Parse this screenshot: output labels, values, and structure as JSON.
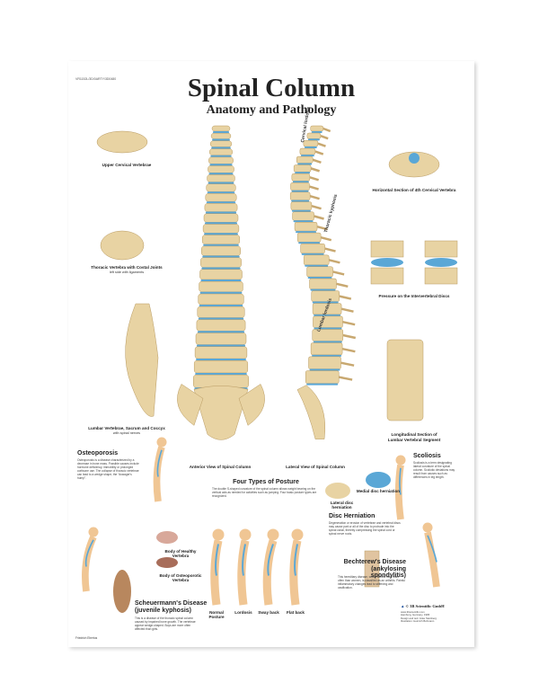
{
  "poster": {
    "code": "VR1152L/3D/0ARTY/3D0480",
    "title": "Spinal Column",
    "subtitle": "Anatomy and Pathology"
  },
  "figures": {
    "upper_cervical": "Upper Cervical Vertebrae",
    "thoracic": "Thoracic Vertebra with Costal Joints",
    "thoracic_sub": "left side with ligaments",
    "lumbar": "Lumbar Vertebrae, Sacrum and Coccyx",
    "lumbar_sub": "with spinal nerves",
    "anterior": "Anterior View of Spinal Column",
    "lateral": "Lateral View of Spinal Column",
    "horizontal": "Horizontal Section of 4th Cervical Vertebra",
    "pressure": "Pressure on the Intervertebral Discs",
    "longitudinal": "Longitudinal Section of",
    "longitudinal_2": "Lumbar Vertebral Segment",
    "healthy": "Body of Healthy Vertebra",
    "osteoporotic": "Body of Osteoporotic Vertebra",
    "lateral_disc": "Lateral disc herniation",
    "medial_disc": "Medial disc herniation"
  },
  "regions": {
    "cervical": "Cervical lordosis",
    "thoracic": "Thoracic kyphosis",
    "lumbar": "Lumbar lordosis"
  },
  "sections": {
    "osteoporosis": {
      "title": "Osteoporosis",
      "text": "Osteoporosis is a disease characterized by a decrease in bone mass. Possible causes include hormone deficiency, immobility or prolonged cortisone use. The collapse of thoracic vertebrae can lead to a wedge shape, the \"dowager's hump\"."
    },
    "scheuermann": {
      "title": "Scheuermann's Disease",
      "subtitle": "(juvenile kyphosis)",
      "text": "This is a disease of the thoracic spinal column caused by impaired bone growth. The vertebrae appear wedge-shaped. Boys are more often affected than girls."
    },
    "posture": {
      "title": "Four Types of Posture",
      "text": "The double S-shaped curvature of the spinal column allows weight bearing on the vertical axis as needed for activities such as jumping. Four basic posture types are recognized."
    },
    "disc": {
      "title": "Disc Herniation",
      "text": "Degeneration or erosion of vertebrae and vertebral discs may cause part or all of the disc to protrude into the spinal canal, thereby compressing the spinal cord or spinal nerve roots."
    },
    "scoliosis": {
      "title": "Scoliosis",
      "text": "Scoliosis is a term designating lateral curvature of the spinal column. Scoliotic deviations may result from causes such as differences in leg length."
    },
    "bechterew": {
      "title": "Bechterew's Disease",
      "subtitle": "(ankylosing spondylitis)",
      "text": "This hereditary disease, which affects men more often than women, is classified as an arthritis. Painful inflammatory changes lead to stiffening and ossification."
    }
  },
  "postures": [
    "Normal Posture",
    "Lordosis",
    "Sway back",
    "Flat back"
  ],
  "footer": {
    "credit": "Friedrich Ebertus",
    "publisher": "© 3B Scientific GmbH",
    "publisher_lines": [
      "www.3bscientific.com",
      "Hamburg, Germany, 1995",
      "Design and text: Anke Steinberg",
      "Illustration: Heinrich Bohmann"
    ]
  },
  "colors": {
    "bone": "#e8d3a3",
    "disc": "#5aa7d6",
    "skin": "#f0c694",
    "text": "#222222"
  }
}
